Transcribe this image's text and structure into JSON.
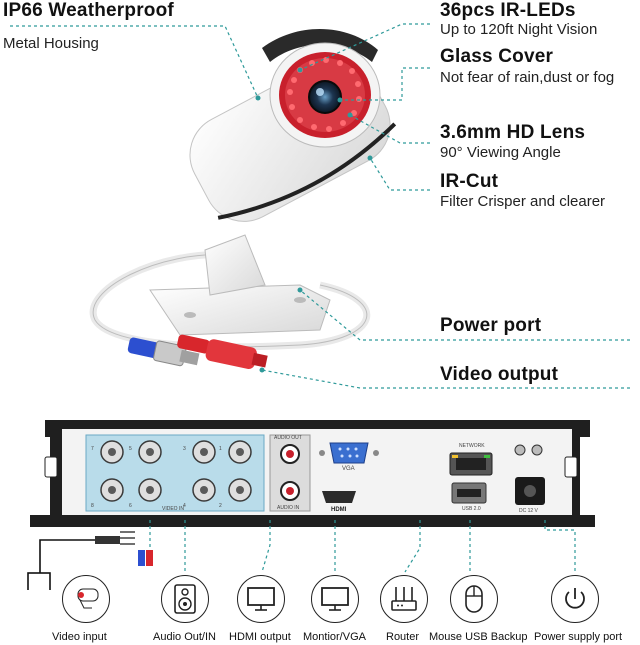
{
  "features": {
    "weatherproof": {
      "title": "IP66 Weatherproof",
      "sub": "Metal Housing"
    },
    "ir_leds": {
      "title": "36pcs IR-LEDs",
      "sub": "Up to 120ft Night Vision"
    },
    "glass": {
      "title": "Glass Cover",
      "sub": "Not fear of rain,dust or fog"
    },
    "lens": {
      "title": "3.6mm HD Lens",
      "sub": "90° Viewing Angle"
    },
    "ircut": {
      "title": "IR-Cut",
      "sub": "Filter Crisper and clearer"
    },
    "power": {
      "title": "Power port"
    },
    "video": {
      "title": "Video output"
    }
  },
  "dvr_panel": {
    "audio_out": "AUDIO OUT",
    "audio_in": "AUDIO IN",
    "vga": "VGA",
    "hdmi": "HDMI",
    "network": "NETWORK",
    "usb": "USB 2.0",
    "dc": "DC 12 V",
    "video_in": "VIDEO IN",
    "channels_top": [
      "7",
      "5",
      "3",
      "1"
    ],
    "channels_bottom": [
      "8",
      "6",
      "4",
      "2"
    ]
  },
  "bottom_icons": [
    {
      "label": "Video input",
      "icon": "camera-icon"
    },
    {
      "label": "Audio Out/IN",
      "icon": "speaker-icon"
    },
    {
      "label": "HDMI output",
      "icon": "monitor-icon"
    },
    {
      "label": "Montior/VGA",
      "icon": "monitor-icon"
    },
    {
      "label": "Router",
      "icon": "router-icon"
    },
    {
      "label": "Mouse USB Backup",
      "icon": "mouse-icon"
    },
    {
      "label": "Power supply port",
      "icon": "power-icon"
    }
  ],
  "colors": {
    "dashed_line": "#2f9a9a",
    "dvr_body": "#1f1f1f",
    "video_panel": "#b9dcea",
    "ir_led": "#e0303a",
    "connector_red": "#d8262c",
    "connector_blue": "#2c4fd0"
  }
}
